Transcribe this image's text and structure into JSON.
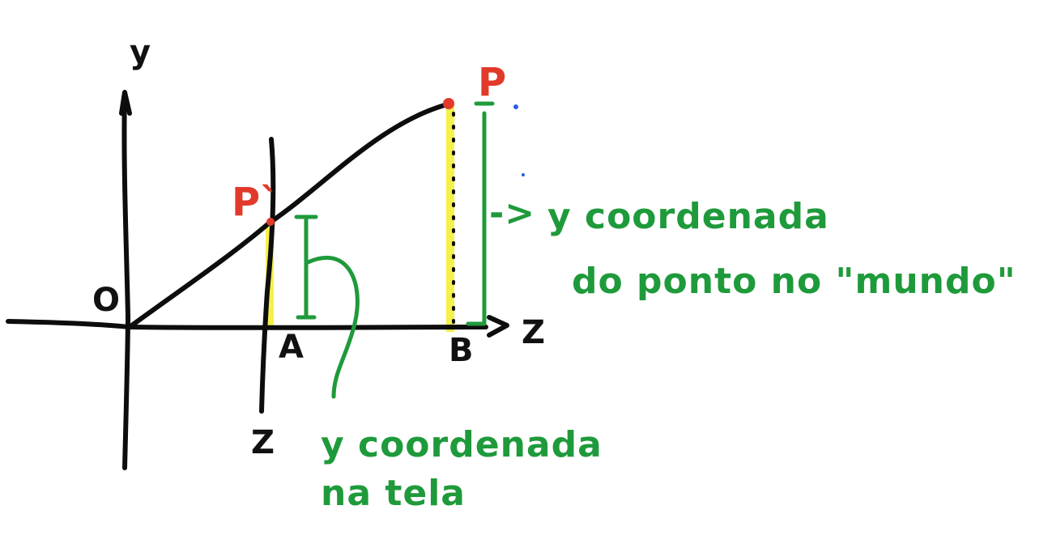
{
  "labels": {
    "y_axis": "y",
    "z_axis": "Z",
    "screen_plane": "Z",
    "origin": "O",
    "point_a": "A",
    "point_b": "B",
    "point_p": "P",
    "point_p_prime": "P`"
  },
  "annotations": {
    "world": {
      "arrow": "->",
      "line1": "y coordenada",
      "line2": "do ponto no \"mundo\""
    },
    "screen": {
      "line1": "y coordenada",
      "line2": "na tela"
    }
  },
  "colors": {
    "ink": "#0d0d0d",
    "point_red": "#e23a2a",
    "annotation_green": "#1f9a3b",
    "highlight_yellow": "#f5f04a",
    "dot_blue": "#2a5de2"
  }
}
